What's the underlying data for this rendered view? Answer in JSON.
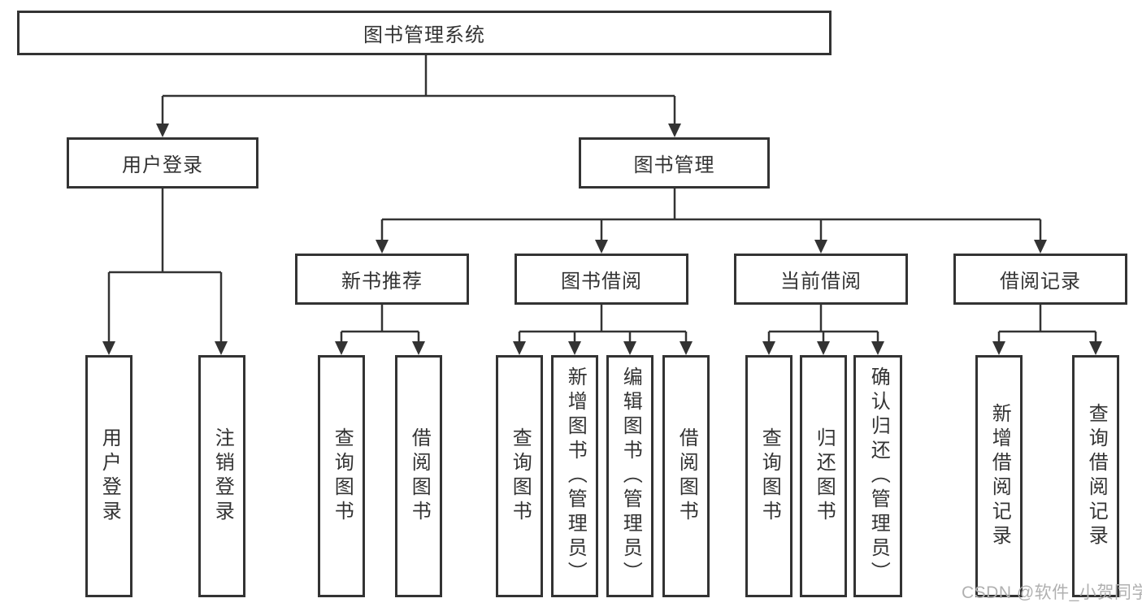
{
  "tree": {
    "root": {
      "label": "图书管理系统"
    },
    "branches": [
      {
        "label": "用户登录",
        "children": [
          {
            "label": "用户登录"
          },
          {
            "label": "注销登录"
          }
        ]
      },
      {
        "label": "图书管理",
        "modules": [
          {
            "label": "新书推荐",
            "children": [
              {
                "label": "查询图书"
              },
              {
                "label": "借阅图书"
              }
            ]
          },
          {
            "label": "图书借阅",
            "children": [
              {
                "label": "查询图书"
              },
              {
                "label": "新增图书（管理员）"
              },
              {
                "label": "编辑图书（管理员）"
              },
              {
                "label": "借阅图书"
              }
            ]
          },
          {
            "label": "当前借阅",
            "children": [
              {
                "label": "查询图书"
              },
              {
                "label": "归还图书"
              },
              {
                "label": "确认归还（管理员）"
              }
            ]
          },
          {
            "label": "借阅记录",
            "children": [
              {
                "label": "新增借阅记录"
              },
              {
                "label": "查询借阅记录"
              }
            ]
          }
        ]
      }
    ]
  },
  "watermark": "CSDN @软件_小贺同学",
  "colors": {
    "line": "#333333",
    "text": "#333333",
    "watermark": "#b0b0b0",
    "background": "#ffffff"
  }
}
